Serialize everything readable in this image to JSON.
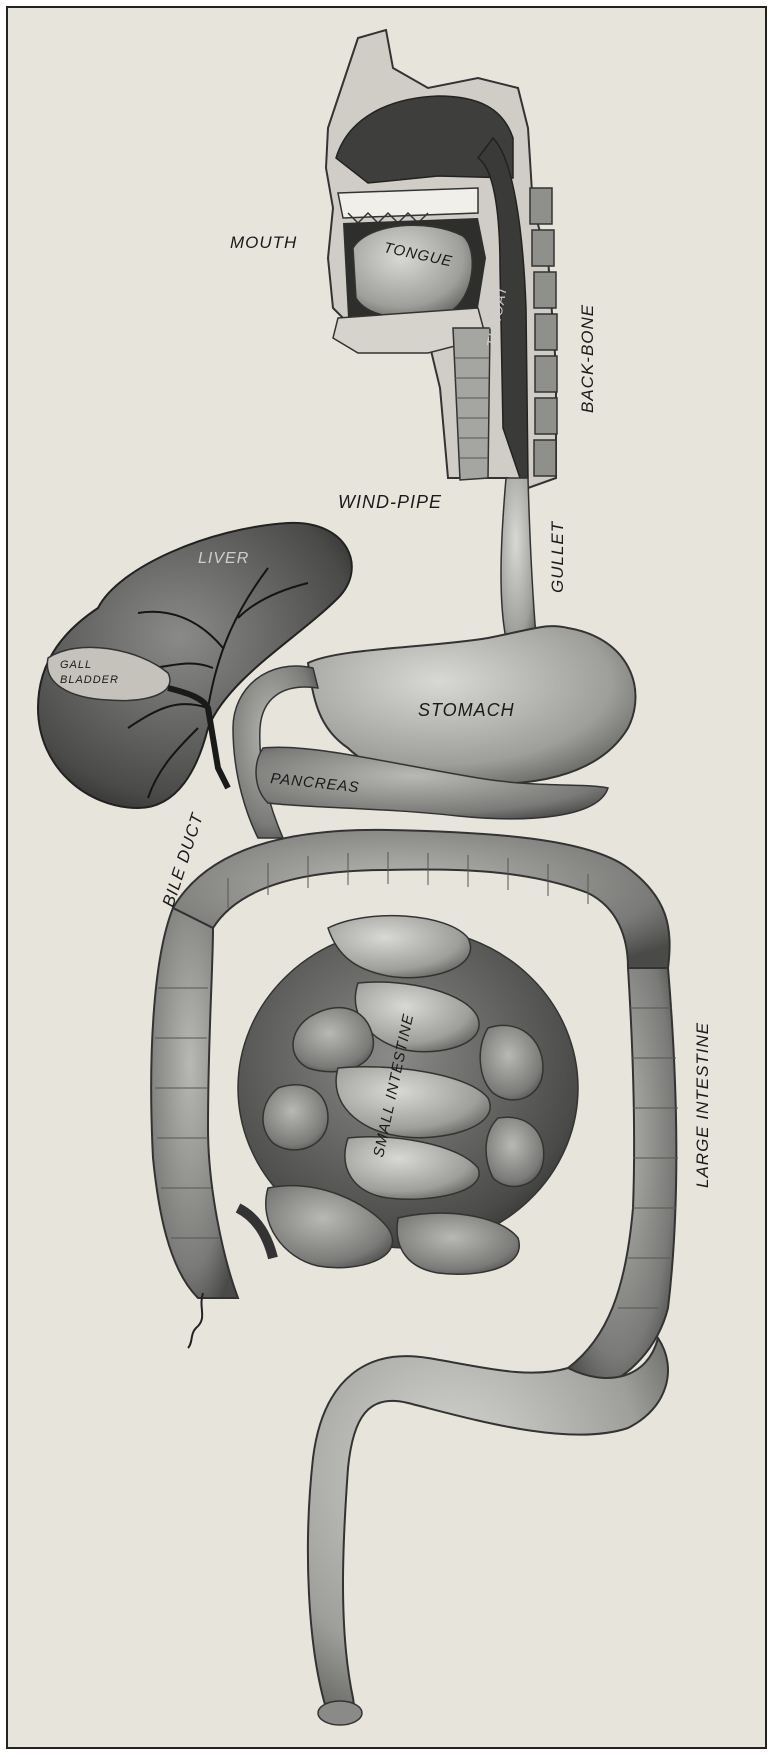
{
  "labels": {
    "mouth": "MOUTH",
    "tongue": "TONGUE",
    "throat": "THROAT",
    "back_bone": "BACK-BONE",
    "wind_pipe": "WIND-PIPE",
    "gullet": "GULLET",
    "liver": "LIVER",
    "gall_bladder_line1": "GALL",
    "gall_bladder_line2": "BLADDER",
    "stomach": "STOMACH",
    "pancreas": "PANCREAS",
    "bile_duct": "BILE DUCT",
    "small_intestine": "SMALL INTESTINE",
    "large_intestine": "LARGE INTESTINE"
  },
  "colors": {
    "paper": "#e7e4dc",
    "frame": "#222222",
    "organ_dark": "#4a4a4a",
    "organ_mid": "#8a8a8a",
    "organ_light": "#c6c6c2",
    "ink": "#1a1a1a"
  }
}
